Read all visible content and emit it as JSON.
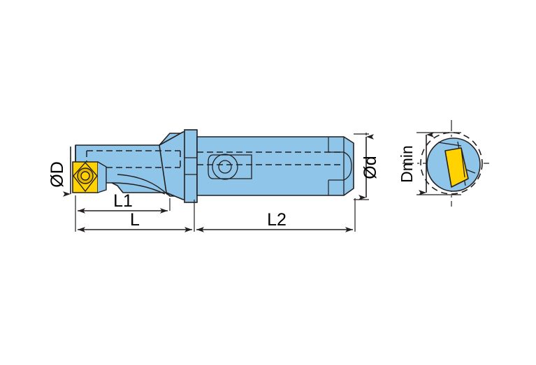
{
  "drawing": {
    "title": "Indexable insert boring / drilling tool - dimensioned technical drawing",
    "type": "engineering-line-drawing",
    "background_color": "#ffffff",
    "views": [
      {
        "id": "side-view",
        "name": "side elevation",
        "position": "left"
      },
      {
        "id": "end-view",
        "name": "end / front view",
        "position": "right"
      }
    ]
  },
  "colors": {
    "body_fill": "#8fc5e8",
    "body_fill_light": "#a9d3ef",
    "insert_fill": "#ffd200",
    "insert_fill_dark": "#e8b800",
    "outline": "#231f20",
    "dimension_line": "#231f20",
    "hidden_line": "#231f20",
    "text": "#000000"
  },
  "dimensions": {
    "outer_diameter": {
      "label": "ØD",
      "name": "cutting-diameter",
      "orientation": "vertical-rotated",
      "view": "side-view"
    },
    "shank_diameter": {
      "label": "Ød",
      "name": "shank-diameter",
      "orientation": "vertical-rotated",
      "view": "side-view"
    },
    "length_1": {
      "label": "L1",
      "name": "head-length",
      "orientation": "horizontal",
      "view": "side-view"
    },
    "length_total_front": {
      "label": "L",
      "name": "functional-length",
      "orientation": "horizontal",
      "view": "side-view"
    },
    "length_2": {
      "label": "L2",
      "name": "shank-length",
      "orientation": "horizontal",
      "view": "side-view"
    },
    "min_bore_diameter": {
      "label": "Dmin",
      "name": "minimum-bore-diameter",
      "orientation": "vertical-rotated",
      "view": "end-view"
    }
  },
  "features": {
    "insert": {
      "name": "rhombic-indexable-insert",
      "shape": "rhombic",
      "color": "#ffd200",
      "has_clamp_screw": true
    },
    "coolant_channel": {
      "name": "internal-coolant-channel",
      "line_style": "dashed"
    },
    "shank_flat": {
      "name": "shank-clamping-flat",
      "has_coolant_port": true
    },
    "flange": {
      "name": "transition-flange-collar"
    },
    "centerlines": {
      "name": "center-axis",
      "line_style": "dash-dot"
    }
  }
}
